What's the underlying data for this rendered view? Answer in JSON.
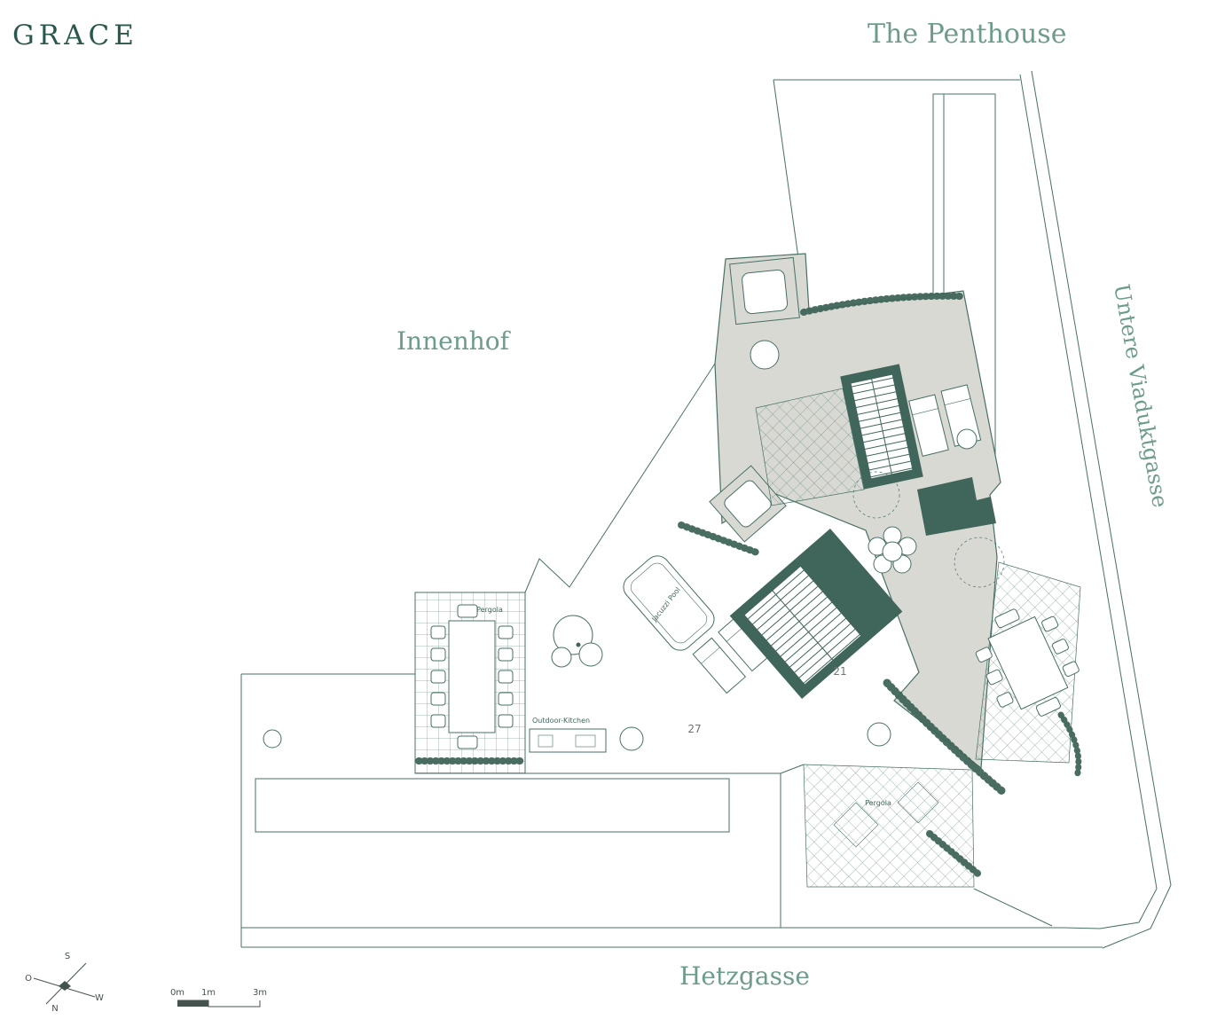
{
  "header": {
    "brand": "GRACE",
    "project": "The Penthouse"
  },
  "streets": {
    "innenhof": "Innenhof",
    "untere_viaduktgasse": "Untere Viaduktgasse",
    "hetzgasse": "Hetzgasse"
  },
  "plan": {
    "pergola_left": "Pergola",
    "pergola_bottom": "Pergola",
    "outdoor_kitchen": "Outdoor-Kitchen",
    "jacuzzi_pool": "Jacuzzi Pool",
    "unit_27": "27",
    "unit_21": "21"
  },
  "compass": {
    "top": "S",
    "left": "O",
    "right": "W",
    "bottom": "N"
  },
  "scale": {
    "start": "0m",
    "mid": "1m",
    "end": "3m"
  },
  "colors": {
    "line": "#477064",
    "grayfill": "#d9d9d4",
    "dark": "#40655a",
    "label": "#6d9c8c",
    "brand": "#2b584e",
    "small": "#40685d",
    "number": "#6d7572"
  }
}
